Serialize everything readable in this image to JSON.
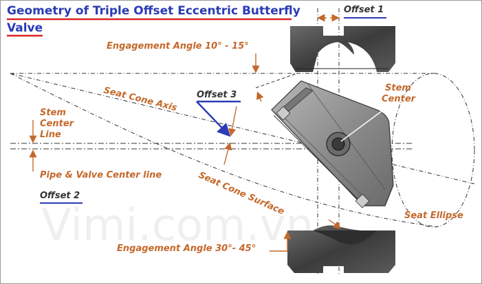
{
  "title": {
    "line1": "Geometry of Triple Offset Eccentric Butterfly",
    "line2": "Valve"
  },
  "labels": {
    "offset1": "Offset 1",
    "offset2": "Offset 2",
    "offset3": "Offset 3",
    "engagement_top": "Engagement Angle 10° - 15°",
    "engagement_bottom": "Engagement Angle 30°- 45°",
    "seat_cone_axis": "Seat Cone Axis",
    "seat_cone_surface": "Seat Cone Surface",
    "stem_center_line_1": "Stem",
    "stem_center_line_2": "Center",
    "stem_center_line_3": "Line",
    "pipe_valve_center": "Pipe & Valve Center line",
    "stem_center_1": "Stem",
    "stem_center_2": "Center",
    "seat_ellipse": "Seat Ellipse",
    "watermark": "Vimi.com.vn"
  },
  "colors": {
    "accent_blue": "#2a3bb5",
    "underline_red": "#d22",
    "label_orange": "#c4682a",
    "metal_dark": "#4a4a4a",
    "metal_light": "#9a9a9a"
  }
}
